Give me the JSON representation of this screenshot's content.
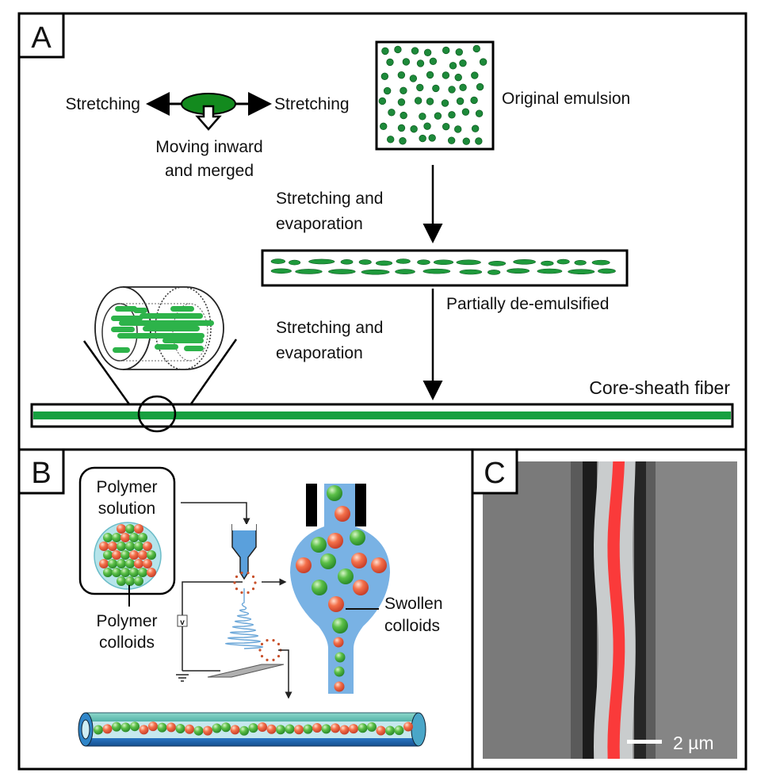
{
  "panels": {
    "a": {
      "label": "A",
      "stretch_left": "Stretching",
      "stretch_right": "Stretching",
      "moving_line1": "Moving inward",
      "moving_line2": "and merged",
      "original_emulsion": "Original emulsion",
      "step1_line1": "Stretching and",
      "step1_line2": "evaporation",
      "partially": "Partially de-emulsified",
      "step2_line1": "Stretching and",
      "step2_line2": "evaporation",
      "fiber_label": "Core-sheath fiber"
    },
    "b": {
      "label": "B",
      "solution_line1": "Polymer",
      "solution_line2": "solution",
      "colloids_line1": "Polymer",
      "colloids_line2": "colloids",
      "voltage_symbol": "v",
      "swollen_line1": "Swollen",
      "swollen_line2": "colloids"
    },
    "c": {
      "label": "C",
      "scale_bar": "2 µm"
    }
  },
  "colors": {
    "green": "#1f8f3c",
    "bright_green": "#2db34a",
    "red": "#f06a4a",
    "blue": "#6aaee0",
    "dark_blue": "#1f5fa8",
    "teal": "#6cc4b8",
    "micro_red": "#ff2020"
  }
}
